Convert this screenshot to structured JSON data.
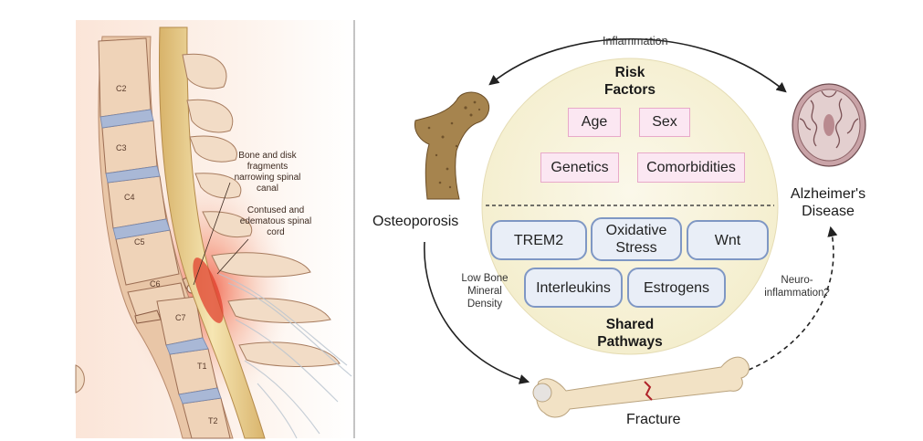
{
  "left_panel": {
    "annotation_fragments": "Bone and disk fragments narrowing spinal canal",
    "annotation_cord": "Contused and edematous spinal cord",
    "vertebrae": [
      "C2",
      "C3",
      "C4",
      "C5",
      "C6",
      "C7",
      "T1",
      "T2"
    ]
  },
  "right_panel": {
    "arrow_top_label": "Inflammation",
    "risk_title": "Risk Factors",
    "risk_factors": [
      "Age",
      "Sex",
      "Genetics",
      "Comorbidities"
    ],
    "pathways": [
      "TREM2",
      "Oxidative Stress",
      "Wnt",
      "Interleukins",
      "Estrogens"
    ],
    "pathways_title": "Shared Pathways",
    "osteoporosis": "Osteoporosis",
    "alzheimers": "Alzheimer's Disease",
    "fracture": "Fracture",
    "low_bmd": "Low Bone Mineral Density",
    "neuroinflammation": "Neuro-inflammation?"
  }
}
